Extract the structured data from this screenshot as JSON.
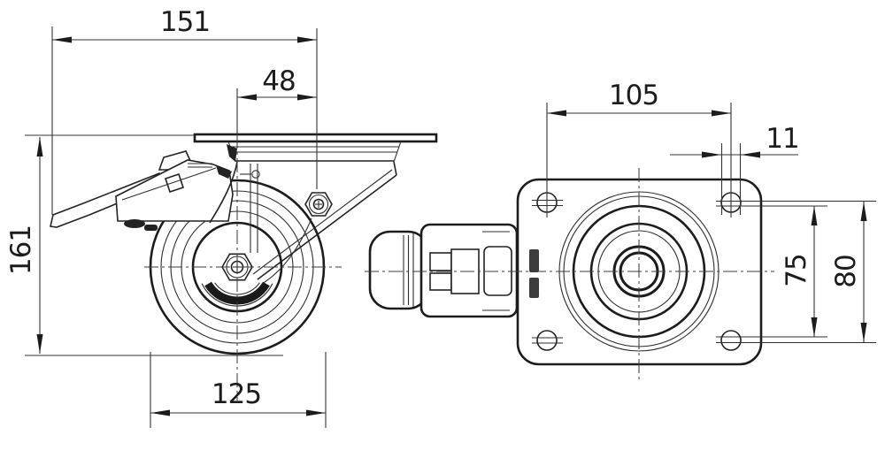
{
  "drawing": {
    "type": "technical-drawing",
    "subject": "swivel caster with total-lock brake, two orthographic views",
    "background": "#ffffff",
    "line_color": "#1c1c1c"
  },
  "dims": {
    "overall_length": "151",
    "swivel_offset": "48",
    "overall_height": "161",
    "wheel_diameter": "125",
    "hole_spacing_width": "105",
    "hole_diameter": "11",
    "hole_spacing_height_inner": "75",
    "hole_spacing_height_outer": "80"
  }
}
